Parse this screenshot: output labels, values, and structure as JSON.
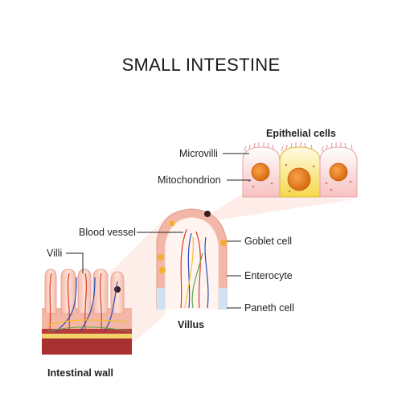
{
  "title": "SMALL INTESTINE",
  "labels": {
    "epithelial_cells": "Epithelial cells",
    "microvilli": "Microvilli",
    "mitochondrion": "Mitochondrion",
    "blood_vessel": "Blood vessel",
    "goblet_cell": "Goblet cell",
    "villi": "Villi",
    "enterocyte": "Enterocyte",
    "paneth_cell": "Paneth cell",
    "villus": "Villus",
    "intestinal_wall": "Intestinal wall"
  }
}
